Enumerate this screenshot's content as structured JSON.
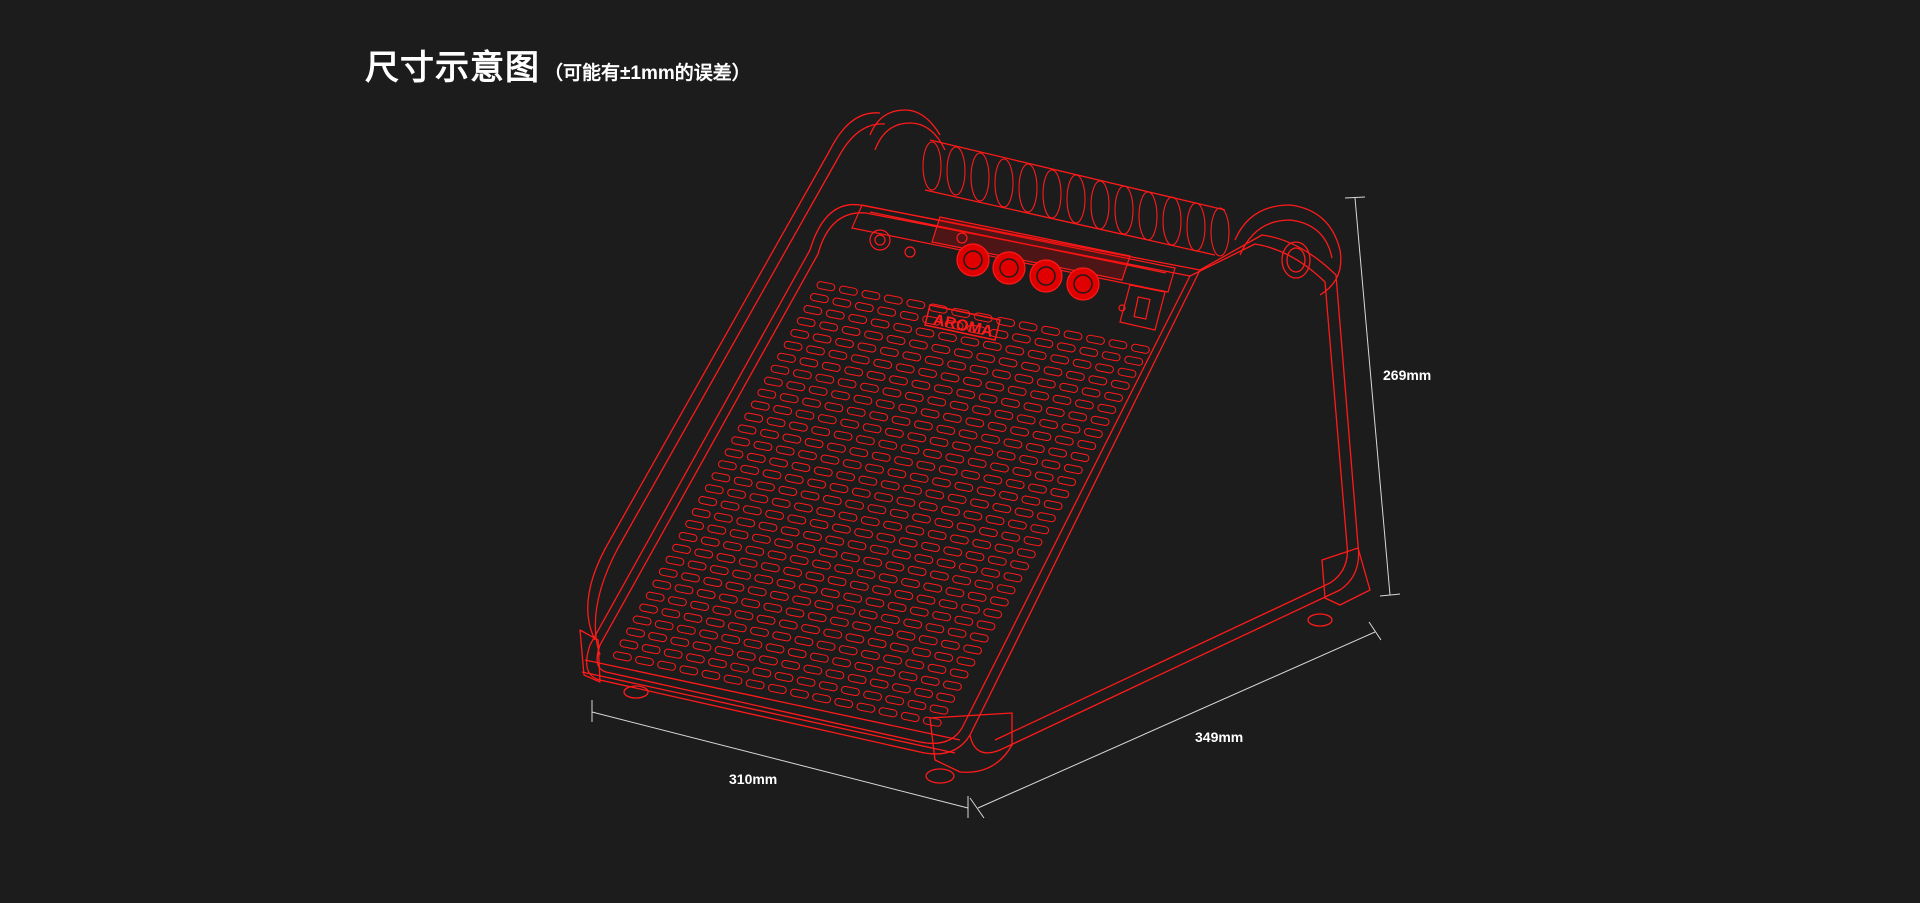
{
  "title": {
    "main": "尺寸示意图",
    "note": "（可能有±1mm的误差）"
  },
  "dimensions": {
    "width": "310mm",
    "depth": "349mm",
    "height": "269mm"
  },
  "product": {
    "logo": "AROMA"
  },
  "colors": {
    "background": "#1c1c1c",
    "outline": "#ff1a1a",
    "accent_fill": "#e00000",
    "dim_line": "#d8d8d8"
  }
}
